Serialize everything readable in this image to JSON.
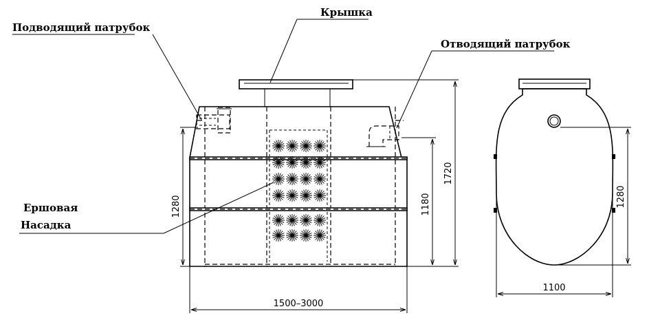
{
  "labels": {
    "inlet_pipe": "Подводящий патрубок",
    "lid": "Крышка",
    "outlet_pipe": "Отводящий патрубок",
    "brush_fill_line1": "Ершовая",
    "brush_fill_line2": "Насадка"
  },
  "dimensions": {
    "front_height_left": "1280",
    "front_height_outlet": "1180",
    "front_height_total": "1720",
    "front_length": "1500–3000",
    "side_height": "1280",
    "side_width": "1100"
  }
}
